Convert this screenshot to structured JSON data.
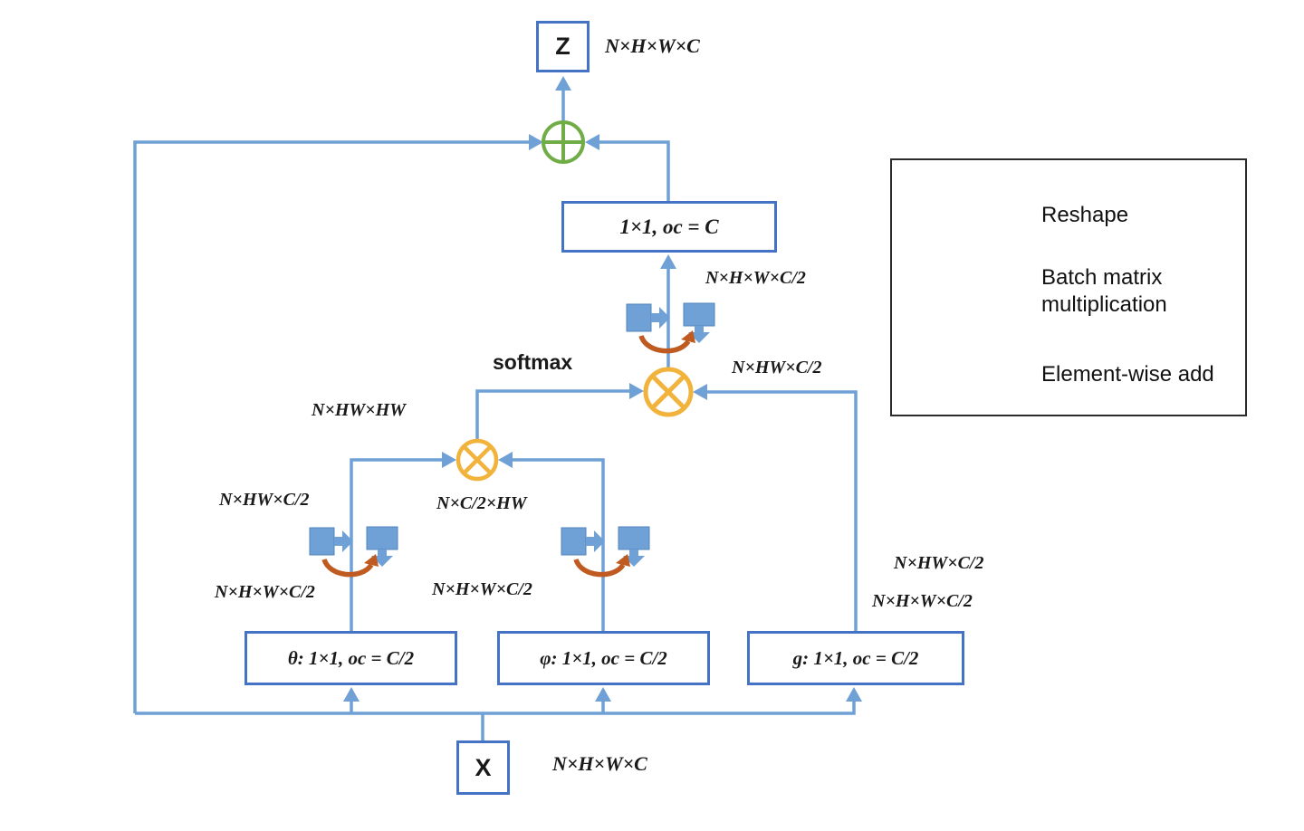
{
  "colors": {
    "line_blue": "#6fa0d6",
    "box_border_blue": "#4472c4",
    "reshape_square_blue": "#6fa0d6",
    "batch_matmul_yellow": "#f2b33c",
    "elementwise_add_green": "#70ad47",
    "reshape_arrow_orange": "#bf5b21",
    "text": "#1a1a1a"
  },
  "nodes": {
    "z": {
      "label": "Z"
    },
    "x": {
      "label": "X"
    },
    "conv_out": {
      "label": "1×1, oc = C"
    },
    "theta": {
      "label": "θ: 1×1, oc = C/2"
    },
    "phi": {
      "label": "φ: 1×1, oc = C/2"
    },
    "g": {
      "label": "g: 1×1, oc = C/2"
    }
  },
  "labels": {
    "z_shape": "N×H×W×C",
    "x_shape": "N×H×W×C",
    "conv_in_shape": "N×H×W×C/2",
    "softmax": "softmax",
    "value_shape": "N×HW×C/2",
    "attention_shape": "N×HW×HW",
    "theta_reshaped": "N×HW×C/2",
    "phi_reshaped": "N×C/2×HW",
    "theta_conv_shape": "N×H×W×C/2",
    "phi_conv_shape": "N×H×W×C/2",
    "g_reshaped": "N×HW×C/2",
    "g_conv_shape": "N×H×W×C/2"
  },
  "legend": {
    "reshape": "Reshape",
    "batch_matmul": "Batch matrix multiplication",
    "elementwise_add": "Element-wise add"
  }
}
